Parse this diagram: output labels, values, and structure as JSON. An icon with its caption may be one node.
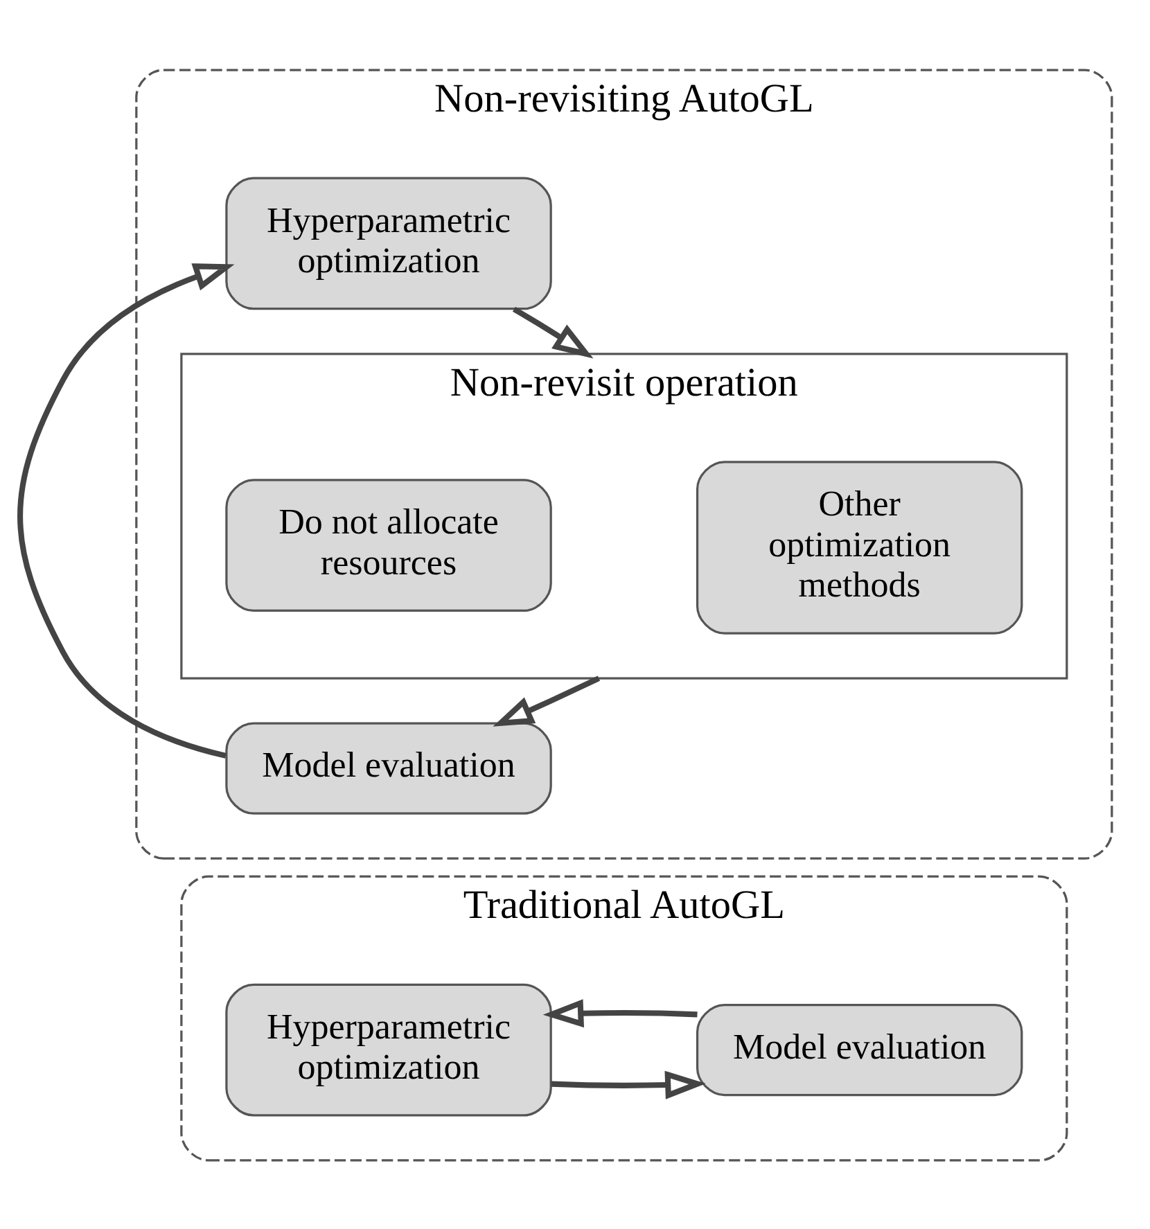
{
  "diagram": {
    "nodes": [
      {
        "text": [
          "Traditional AutoGL"
        ]
      },
      {
        "text": [
          "Hyperparametric optimization"
        ],
        "in": 0
      },
      {
        "text": [
          "Model evaluation"
        ],
        "in": 0
      },
      {
        "text": [
          "Non-revisiting AutoGL"
        ]
      },
      {
        "text": [
          "Hyperparametric optimization"
        ],
        "in": 3
      },
      {
        "text": [
          "Model evaluation"
        ],
        "in": 3
      },
      {
        "text": [
          "Non-revisit operation"
        ],
        "in": 3
      },
      {
        "text": [
          "Other optimization methods"
        ],
        "in": 6
      },
      {
        "text": [
          "Do not allocate resources"
        ],
        "in": 6
      }
    ],
    "edges": [
      {
        "from": 2,
        "to": 1,
        "arrow": "to"
      },
      {
        "from": 1,
        "to": 2,
        "arrow": "to"
      },
      {
        "from": 5,
        "to": 4,
        "arrow": "to"
      },
      {
        "from": 4,
        "to": 6,
        "arrow": "to"
      },
      {
        "from": 6,
        "to": 5,
        "arrow": "to"
      }
    ]
  }
}
